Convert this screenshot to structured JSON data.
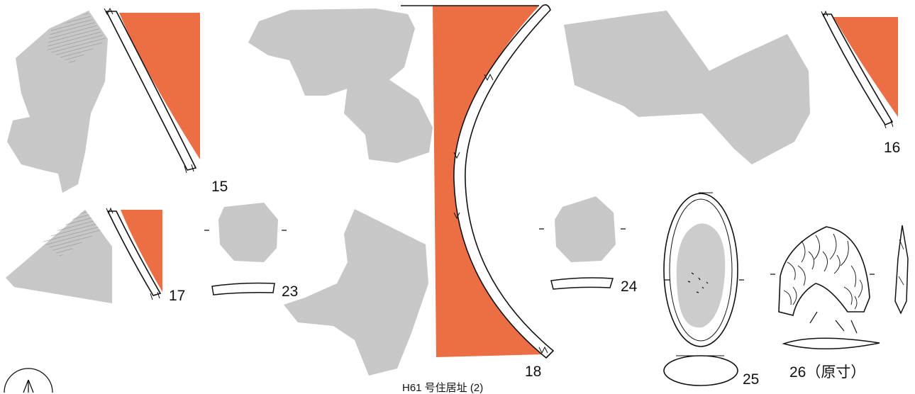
{
  "plate": {
    "caption": "H61 号住居址 (2)",
    "colors": {
      "section_fill": "#EC6E45",
      "sherd_gray": "#c9c9c9",
      "inclusion_gray": "#cccccc",
      "line": "#111111"
    }
  },
  "figures": [
    {
      "id": "15",
      "label": "15",
      "kind": "pottery-sherd"
    },
    {
      "id": "16",
      "label": "16",
      "kind": "pottery-sherd"
    },
    {
      "id": "17",
      "label": "17",
      "kind": "pottery-sherd"
    },
    {
      "id": "18",
      "label": "18",
      "kind": "pottery-vessel"
    },
    {
      "id": "23",
      "label": "23",
      "kind": "sherd-disc"
    },
    {
      "id": "24",
      "label": "24",
      "kind": "sherd-disc"
    },
    {
      "id": "25",
      "label": "25",
      "kind": "stone-tool"
    },
    {
      "id": "26",
      "label": "26（原寸）",
      "kind": "stone-arrowhead"
    }
  ],
  "icons": [
    "north-arrow-icon"
  ]
}
